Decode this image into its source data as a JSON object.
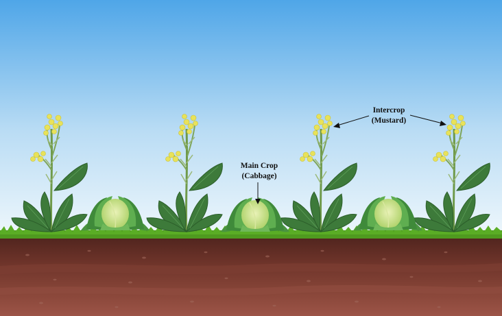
{
  "labels": {
    "main_crop_line1": "Main Crop",
    "main_crop_line2": "(Cabbage)",
    "intercrop_line1": "Intercrop",
    "intercrop_line2": "(Mustard)"
  },
  "scene": {
    "mustard_plant_count": 4,
    "cabbage_plant_count": 3
  },
  "colors": {
    "sky_top": "#4fa6e8",
    "sky_bottom": "#e8f4fb",
    "grass": "#4f9a1f",
    "soil_top": "#5a2a22",
    "soil_mid": "#7a3b30",
    "soil_bottom": "#9a5248",
    "cabbage_outer": "#3f8a3a",
    "cabbage_inner": "#c9e08a",
    "mustard_leaf": "#3d7a3a",
    "mustard_flower": "#e8e25a",
    "label_text": "#111111"
  }
}
